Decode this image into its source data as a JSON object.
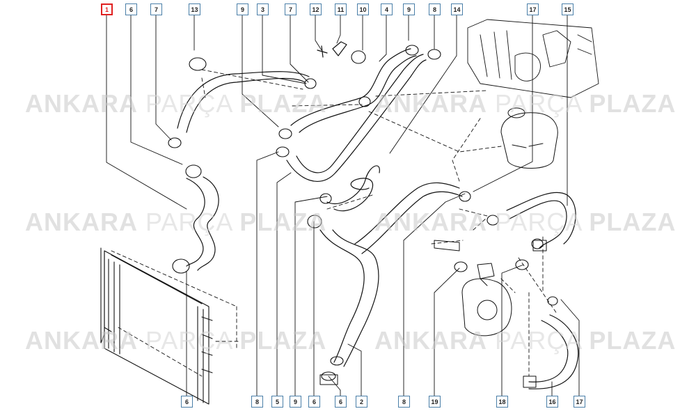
{
  "callouts": {
    "top": [
      "1",
      "6",
      "7",
      "13",
      "9",
      "3",
      "7",
      "12",
      "11",
      "10",
      "4",
      "9",
      "8",
      "14",
      "17",
      "15"
    ],
    "bottom": [
      "6",
      "8",
      "5",
      "9",
      "6",
      "6",
      "2",
      "8",
      "19",
      "18",
      "16",
      "17"
    ]
  },
  "watermark": {
    "word1": "ANKARA",
    "word2": "PARÇA",
    "word3": "PLAZA"
  },
  "colors": {
    "callout_border": "#4a7fa8",
    "highlight": "#e02020",
    "line": "#111111",
    "watermark": "#c9c9c9"
  }
}
